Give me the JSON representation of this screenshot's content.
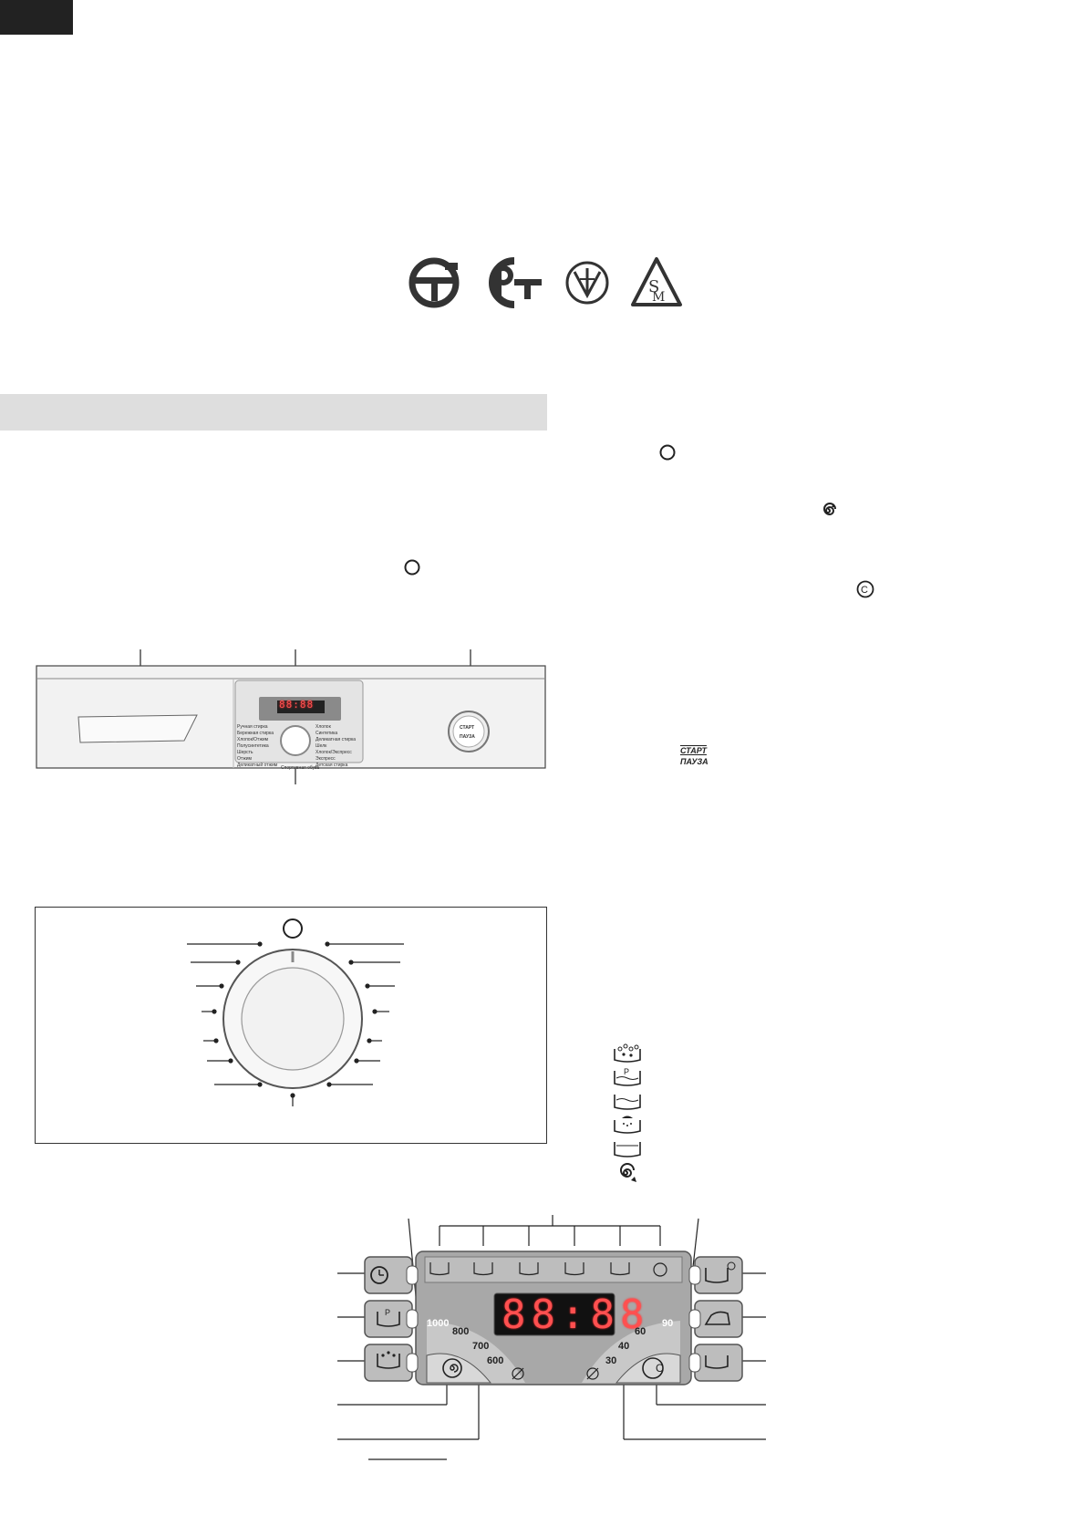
{
  "dial_panel": {
    "programs_left": [
      "Ручная стирка",
      "Бережная стирка",
      "Хлопок/Отжим",
      "Полусинтетика",
      "Шерсть",
      "Отжим",
      "Деликатный отжим"
    ],
    "programs_right": [
      "Хлопок",
      "Синтетика",
      "Деликатная стирка",
      "Шелк",
      "Хлопок/Экспресс",
      "Экспресс",
      "Детская стирка"
    ],
    "programs_bottom": "Спортивная обувь",
    "display": "88:88"
  },
  "start_button": {
    "line1": "СТАРТ",
    "line2": "ПАУЗА"
  },
  "text_start": {
    "line1": "СТАРТ",
    "line2": "ПАУЗА"
  },
  "panel": {
    "display": "88:88",
    "spin_values": [
      "1000",
      "800",
      "700",
      "600"
    ],
    "temp_values": [
      "90",
      "60",
      "40",
      "30"
    ],
    "prewash_letter": "P",
    "temp_letter": "C"
  },
  "icons": [
    "gost-tb-logo",
    "pct-logo",
    "ukr-cert-logo",
    "sm-logo",
    "power-icon",
    "spin-icon",
    "temperature-icon",
    "prewash-icon",
    "wash-icon",
    "rinse-icon",
    "intensive-icon",
    "drain-icon",
    "iron-icon",
    "timer-icon",
    "soak-icon"
  ]
}
